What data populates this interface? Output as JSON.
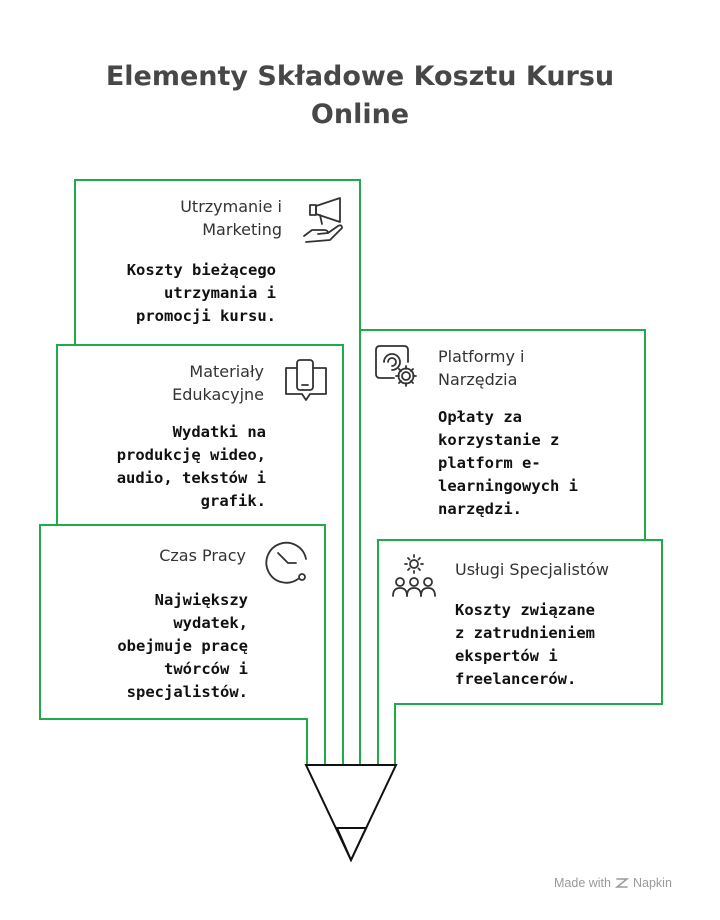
{
  "title": [
    "Elementy Składowe Kosztu Kursu",
    "Online"
  ],
  "cards": [
    {
      "id": "maintenance",
      "title": [
        "Utrzymanie i",
        "Marketing"
      ],
      "desc": [
        "Koszty bieżącego",
        "utrzymania i",
        "promocji kursu."
      ],
      "icon": "megaphone-hand-icon"
    },
    {
      "id": "materials",
      "title": [
        "Materiały",
        "Edukacyjne"
      ],
      "desc": [
        "Wydatki na",
        "produkcję wideo,",
        "audio, tekstów i",
        "grafik."
      ],
      "icon": "book-phone-icon"
    },
    {
      "id": "work-time",
      "title": [
        "Czas Pracy"
      ],
      "desc": [
        "Największy",
        "wydatek,",
        "obejmuje pracę",
        "twórców i",
        "specjalistów."
      ],
      "icon": "clock-icon"
    },
    {
      "id": "platforms",
      "title": [
        "Platformy i",
        "Narzędzia"
      ],
      "desc": [
        "Opłaty za",
        "korzystanie z",
        "platform e-",
        "learningowych i",
        "narzędzi."
      ],
      "icon": "settings-screen-icon"
    },
    {
      "id": "specialists",
      "title": [
        "Usługi Specjalistów"
      ],
      "desc": [
        "Koszty związane",
        "z zatrudnieniem",
        "ekspertów i",
        "freelancerów."
      ],
      "icon": "team-gear-icon"
    }
  ],
  "footer": {
    "made_with": "Made with",
    "brand": "Napkin"
  },
  "colors": {
    "accent": "#1faa4b",
    "text": "#111111",
    "title": "#474747"
  }
}
